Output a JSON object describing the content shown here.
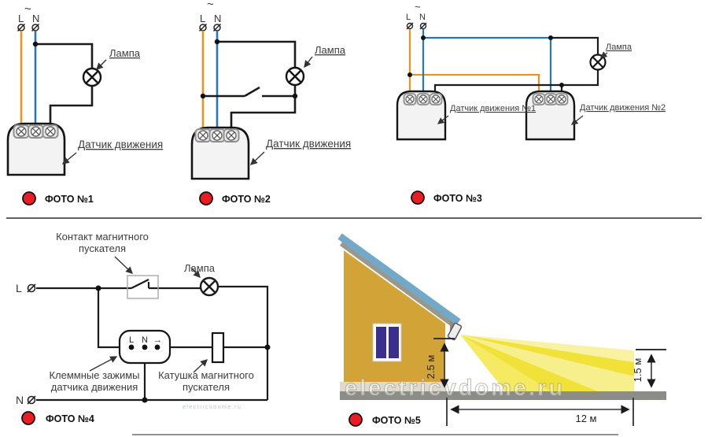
{
  "colors": {
    "wire_phase": "#E8951F",
    "wire_neutral": "#2478B5",
    "wire_black": "#1b1b1b",
    "photo_dot": "#EC1C24",
    "house_wall": "#D2A437",
    "roof_blue": "#72A9C9",
    "beam_yellow": "#F1E23A"
  },
  "source": {
    "tilde": "~",
    "phase": "L",
    "neutral": "N"
  },
  "photo1": {
    "badge": "ФОТО №1",
    "lamp": "Лампа",
    "sensor": "Датчик движения"
  },
  "photo2": {
    "badge": "ФОТО №2",
    "lamp": "Лампа",
    "sensor": "Датчик движения"
  },
  "photo3": {
    "badge": "ФОТО №3",
    "lamp": "Лампа",
    "sensor1": "Датчик движения №1",
    "sensor2": "Датчик движения №2"
  },
  "photo4": {
    "badge": "ФОТО №4",
    "phase": "L",
    "neutral": "N",
    "contact_line1": "Контакт магнитного",
    "contact_line2": "пускателя",
    "lamp": "Лампа",
    "block_l": "L",
    "block_n": "N",
    "block_out": "→",
    "clamps_line1": "Клеммные зажимы",
    "clamps_line2": "датчика движения",
    "coil_line1": "Катушка магнитного",
    "coil_line2": "пускателя",
    "watermark": "electricvdome.ru"
  },
  "photo5": {
    "badge": "ФОТО №5",
    "sensor_height": "2.5 м",
    "beam_end_height": "1.5 м",
    "beam_length": "12 м",
    "watermark": "electricvdome.ru"
  }
}
